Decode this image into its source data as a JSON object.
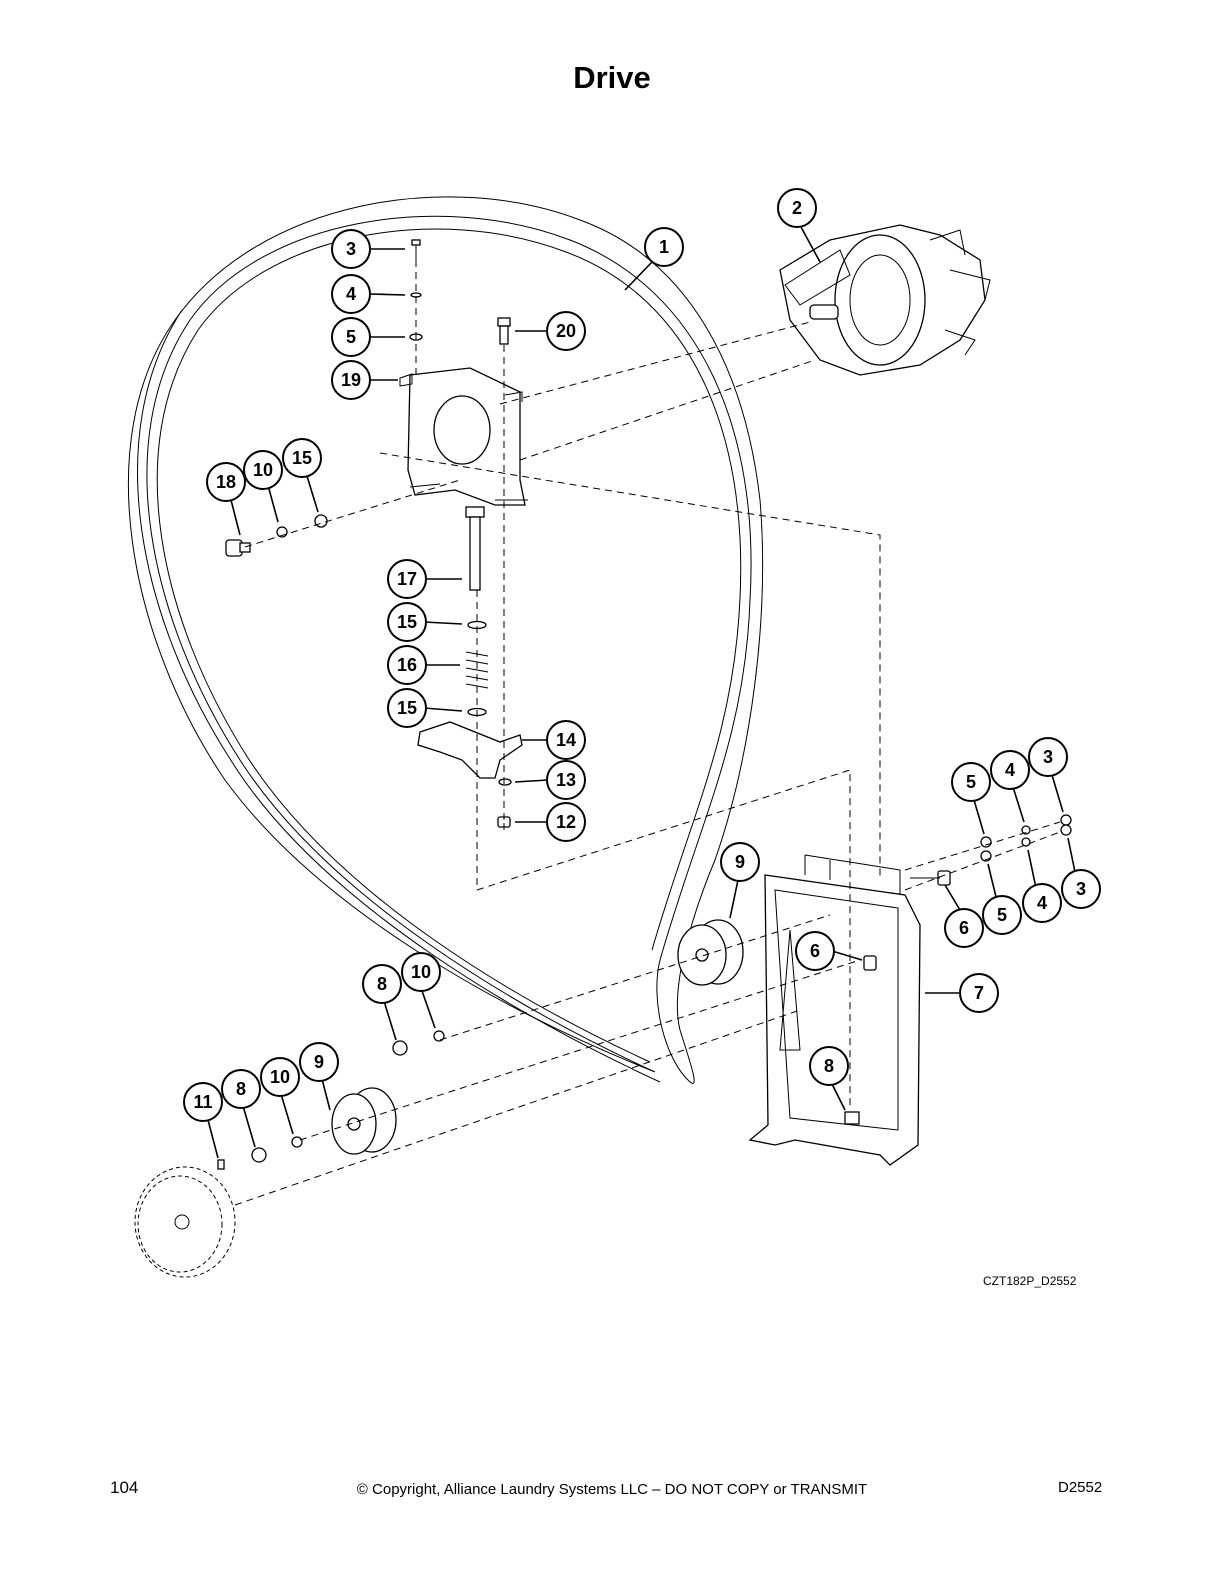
{
  "page": {
    "title": "Drive",
    "drawing_code": "CZT182P_D2552",
    "page_number": "104",
    "copyright": "© Copyright, Alliance Laundry Systems LLC – DO NOT COPY or TRANSMIT",
    "doc_id": "D2552"
  },
  "callouts": [
    {
      "label": "1"
    },
    {
      "label": "2"
    },
    {
      "label": "3"
    },
    {
      "label": "4"
    },
    {
      "label": "5"
    },
    {
      "label": "20"
    },
    {
      "label": "19"
    },
    {
      "label": "18"
    },
    {
      "label": "10"
    },
    {
      "label": "15"
    },
    {
      "label": "17"
    },
    {
      "label": "15"
    },
    {
      "label": "16"
    },
    {
      "label": "15"
    },
    {
      "label": "14"
    },
    {
      "label": "13"
    },
    {
      "label": "12"
    },
    {
      "label": "3"
    },
    {
      "label": "4"
    },
    {
      "label": "5"
    },
    {
      "label": "3"
    },
    {
      "label": "4"
    },
    {
      "label": "5"
    },
    {
      "label": "6"
    },
    {
      "label": "9"
    },
    {
      "label": "6"
    },
    {
      "label": "7"
    },
    {
      "label": "8"
    },
    {
      "label": "10"
    },
    {
      "label": "8"
    },
    {
      "label": "9"
    },
    {
      "label": "10"
    },
    {
      "label": "8"
    },
    {
      "label": "11"
    }
  ]
}
